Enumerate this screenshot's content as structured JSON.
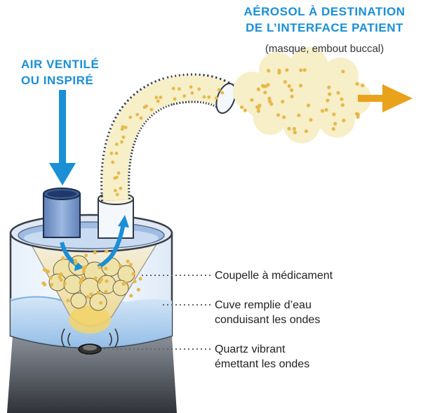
{
  "labels": {
    "aerosol_title_line1": "AÉROSOL À DESTINATION",
    "aerosol_title_line2": "DE L’INTERFACE PATIENT",
    "aerosol_subtitle": "(masque, embout buccal)",
    "air_line1": "AIR VENTILÉ",
    "air_line2": "OU INSPIRÉ",
    "cup_label": "Coupelle à médicament",
    "tank_line1": "Cuve remplie d’eau",
    "tank_line2": "conduisant les ondes",
    "quartz_line1": "Quartz vibrant",
    "quartz_line2": "émettant les ondes"
  },
  "colors": {
    "accent_blue": "#1a8fd6",
    "arrow_orange": "#e8a21c",
    "aerosol_fill": "#f6efc8",
    "droplet": "#e6b94a",
    "water": "#a9cdee",
    "base": "#555a63"
  }
}
